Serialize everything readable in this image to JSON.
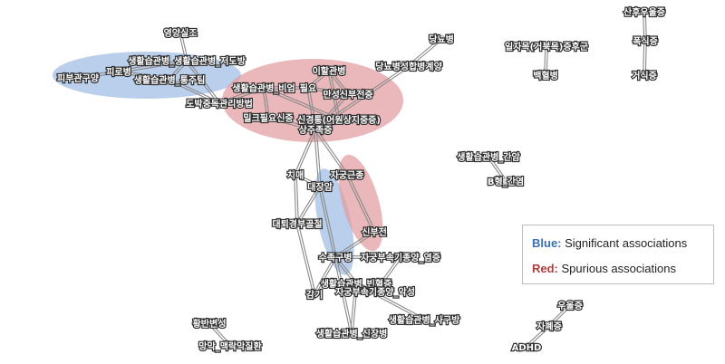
{
  "legend": {
    "blue_key": "Blue:",
    "blue_text": "Significant associations",
    "blue_color": "#3b6fb6",
    "red_key": "Red:",
    "red_text": "Spurious associations",
    "red_color": "#b23a3a"
  },
  "colors": {
    "blue_region": "#9fbde3",
    "red_region": "#e29b9f",
    "edge": "#8a8a8a",
    "node": "#d8d8d8"
  },
  "nodes": [
    {
      "id": "n1",
      "label": "영양실조"
    },
    {
      "id": "n2",
      "label": "생활습관병_생활습관병_저도방"
    },
    {
      "id": "n3",
      "label": "피부관구양"
    },
    {
      "id": "n4",
      "label": "피로병"
    },
    {
      "id": "n5",
      "label": "생활습관병_통주팀"
    },
    {
      "id": "n6",
      "label": "도박중독관리방법"
    },
    {
      "id": "n7",
      "label": "생활습관병_비엄"
    },
    {
      "id": "n8",
      "label": "필요"
    },
    {
      "id": "n9",
      "label": "이할관병"
    },
    {
      "id": "n10",
      "label": "만성신부전증"
    },
    {
      "id": "n11",
      "label": "밀크필요신중"
    },
    {
      "id": "n12",
      "label": "신경통(어원상지중증)"
    },
    {
      "id": "n13",
      "label": "상주족증"
    },
    {
      "id": "n14",
      "label": "당뇨병성합병계양"
    },
    {
      "id": "n15",
      "label": "당뇨병"
    },
    {
      "id": "n16",
      "label": "치매"
    },
    {
      "id": "n17",
      "label": "자궁근종"
    },
    {
      "id": "n18",
      "label": "대장암"
    },
    {
      "id": "n19",
      "label": "대퇴경부골절"
    },
    {
      "id": "n20",
      "label": "신부전"
    },
    {
      "id": "n21",
      "label": "수족구병"
    },
    {
      "id": "n22",
      "label": "자궁부속기종양_염증"
    },
    {
      "id": "n23",
      "label": "생활습관병_빈혈증"
    },
    {
      "id": "n24",
      "label": "자궁부속기종양_악성"
    },
    {
      "id": "n25",
      "label": "감기"
    },
    {
      "id": "n26",
      "label": "생활습관병_사구방"
    },
    {
      "id": "n27",
      "label": "생활습관병_신장병"
    },
    {
      "id": "n28",
      "label": "일자목(거북목)증후군"
    },
    {
      "id": "n29",
      "label": "백혈병"
    },
    {
      "id": "n30",
      "label": "산후우울증"
    },
    {
      "id": "n31",
      "label": "폭식증"
    },
    {
      "id": "n32",
      "label": "거식증"
    },
    {
      "id": "n33",
      "label": "생활습관병_간암"
    },
    {
      "id": "n34",
      "label": "B형_간염"
    },
    {
      "id": "n35",
      "label": "황반변성"
    },
    {
      "id": "n36",
      "label": "망막_맥락막질환"
    },
    {
      "id": "n37",
      "label": "우울증"
    },
    {
      "id": "n38",
      "label": "자폐증"
    },
    {
      "id": "n39",
      "label": "ADHD"
    }
  ]
}
